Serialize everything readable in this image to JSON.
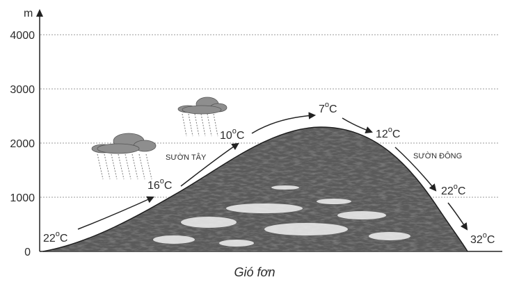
{
  "axis": {
    "unit": "m",
    "ticks": [
      "0",
      "1000",
      "2000",
      "3000",
      "4000"
    ]
  },
  "mountain": {
    "peak_height": 2300
  },
  "temperatures": [
    {
      "value": "22",
      "unit": "C"
    },
    {
      "value": "16",
      "unit": "C"
    },
    {
      "value": "10",
      "unit": "C"
    },
    {
      "value": "7",
      "unit": "C"
    },
    {
      "value": "12",
      "unit": "C"
    },
    {
      "value": "22",
      "unit": "C"
    },
    {
      "value": "32",
      "unit": "C"
    }
  ],
  "slopes": {
    "west": "SƯỜN TÂY",
    "east": "SƯỜN ĐÔNG"
  },
  "caption": "Gió fơn",
  "colors": {
    "mountain_fill": "#5a5a5a",
    "grid": "#9a9a9a",
    "line": "#222222"
  }
}
